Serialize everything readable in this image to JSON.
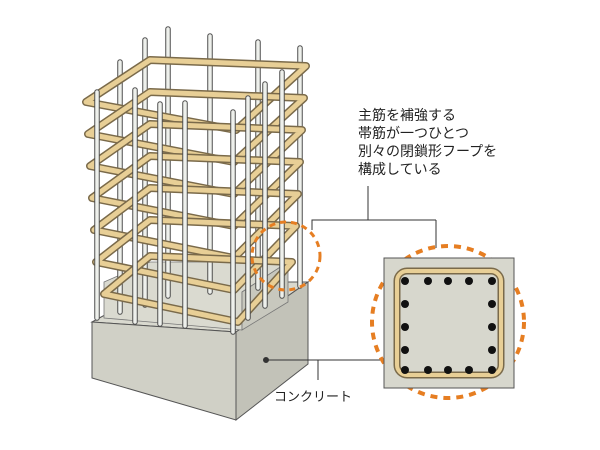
{
  "caption": {
    "line1": "主筋を補強する",
    "line2": "帯筋が一つひとつ",
    "line3": "別々の閉鎖形フープを",
    "line4": "構成している"
  },
  "concrete_label": "コンクリート",
  "colors": {
    "hoop": "#e8cf96",
    "hoop_edge": "#7a6a4a",
    "main_bar": "#eef0ec",
    "bar_edge": "#4e4e4e",
    "concrete_top": "#d7d7cd",
    "concrete_side": "#c3c3b9",
    "concrete_front": "#d0d0c6",
    "highlight_circle": "#e67e22",
    "bar_section": "#111111"
  }
}
